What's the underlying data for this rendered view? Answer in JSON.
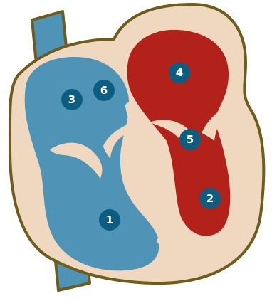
{
  "diagram": {
    "colors": {
      "outline": "#6f5b1b",
      "tissue": "#efd8bf",
      "deoxygenated": "#4f93b7",
      "oxygenated": "#b3211b",
      "marker_fill": "#0d5d82",
      "marker_text": "#ffffff",
      "vessel": "#4f93b7"
    },
    "markers": [
      {
        "label": "1"
      },
      {
        "label": "2"
      },
      {
        "label": "3"
      },
      {
        "label": "4"
      },
      {
        "label": "5"
      },
      {
        "label": "6"
      }
    ]
  }
}
